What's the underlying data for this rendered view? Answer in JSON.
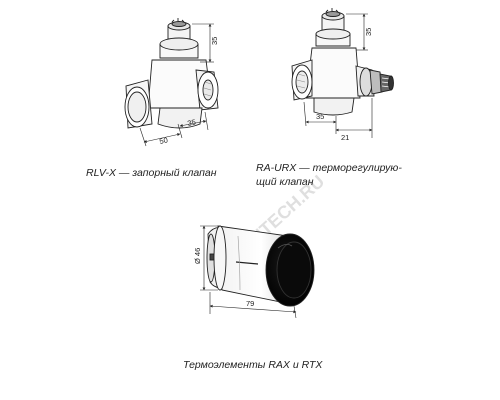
{
  "captions": {
    "rlvx": "RLV-X — запорный клапан",
    "raurx_line1": "RA-URX — терморегулирую-",
    "raurx_line2": "щий клапан",
    "elements": "Термоэлементы RAX и RTX"
  },
  "dimensions": {
    "rlvx_height": "35",
    "rlvx_width_left": "50",
    "rlvx_width_right": "35",
    "raurx_height": "35",
    "raurx_bottom_left": "35",
    "raurx_bottom_right": "21",
    "element_diameter": "Ø 46",
    "element_length": "79"
  },
  "watermark": "SANTECH.RU",
  "colors": {
    "line": "#222222",
    "watermark": "#000000"
  }
}
